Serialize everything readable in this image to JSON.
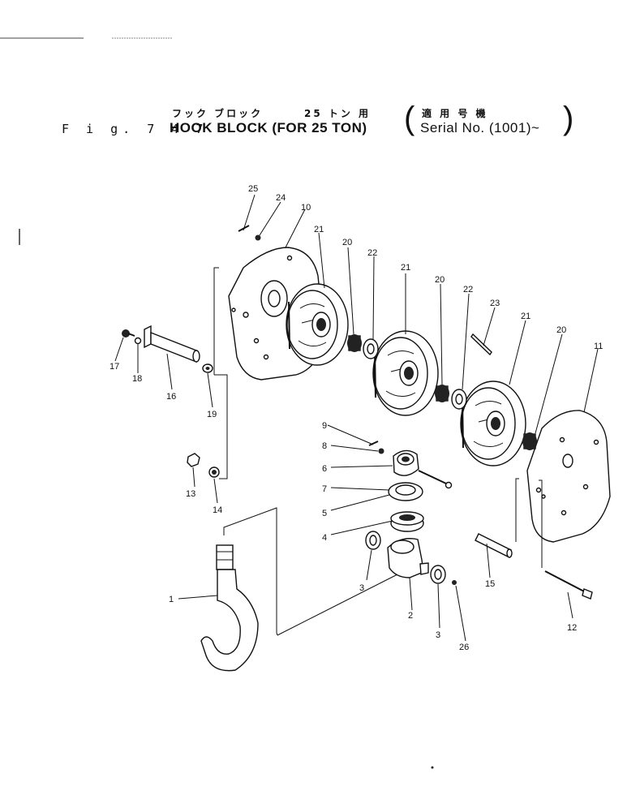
{
  "header": {
    "jp_parts_name": "フック ブロック",
    "jp_capacity": "25 トン 用",
    "jp_applicable": "適 用 号 機",
    "fig_label": "F i g. 7 4 7",
    "title": "HOOK BLOCK (FOR 25 TON)",
    "serial": "Serial No. (1001)~"
  },
  "callouts": [
    {
      "id": "c1",
      "text": "1"
    },
    {
      "id": "c2",
      "text": "2"
    },
    {
      "id": "c3a",
      "text": "3"
    },
    {
      "id": "c3b",
      "text": "3"
    },
    {
      "id": "c4",
      "text": "4"
    },
    {
      "id": "c5",
      "text": "5"
    },
    {
      "id": "c6",
      "text": "6"
    },
    {
      "id": "c7",
      "text": "7"
    },
    {
      "id": "c8",
      "text": "8"
    },
    {
      "id": "c9",
      "text": "9"
    },
    {
      "id": "c10",
      "text": "10"
    },
    {
      "id": "c11",
      "text": "11"
    },
    {
      "id": "c12",
      "text": "12"
    },
    {
      "id": "c13",
      "text": "13"
    },
    {
      "id": "c14",
      "text": "14"
    },
    {
      "id": "c15",
      "text": "15"
    },
    {
      "id": "c16",
      "text": "16"
    },
    {
      "id": "c17",
      "text": "17"
    },
    {
      "id": "c18",
      "text": "18"
    },
    {
      "id": "c19",
      "text": "19"
    },
    {
      "id": "c20a",
      "text": "20"
    },
    {
      "id": "c20b",
      "text": "20"
    },
    {
      "id": "c20c",
      "text": "20"
    },
    {
      "id": "c21a",
      "text": "21"
    },
    {
      "id": "c21b",
      "text": "21"
    },
    {
      "id": "c21c",
      "text": "21"
    },
    {
      "id": "c22a",
      "text": "22"
    },
    {
      "id": "c22b",
      "text": "22"
    },
    {
      "id": "c23",
      "text": "23"
    },
    {
      "id": "c24",
      "text": "24"
    },
    {
      "id": "c25",
      "text": "25"
    },
    {
      "id": "c26",
      "text": "26"
    }
  ]
}
